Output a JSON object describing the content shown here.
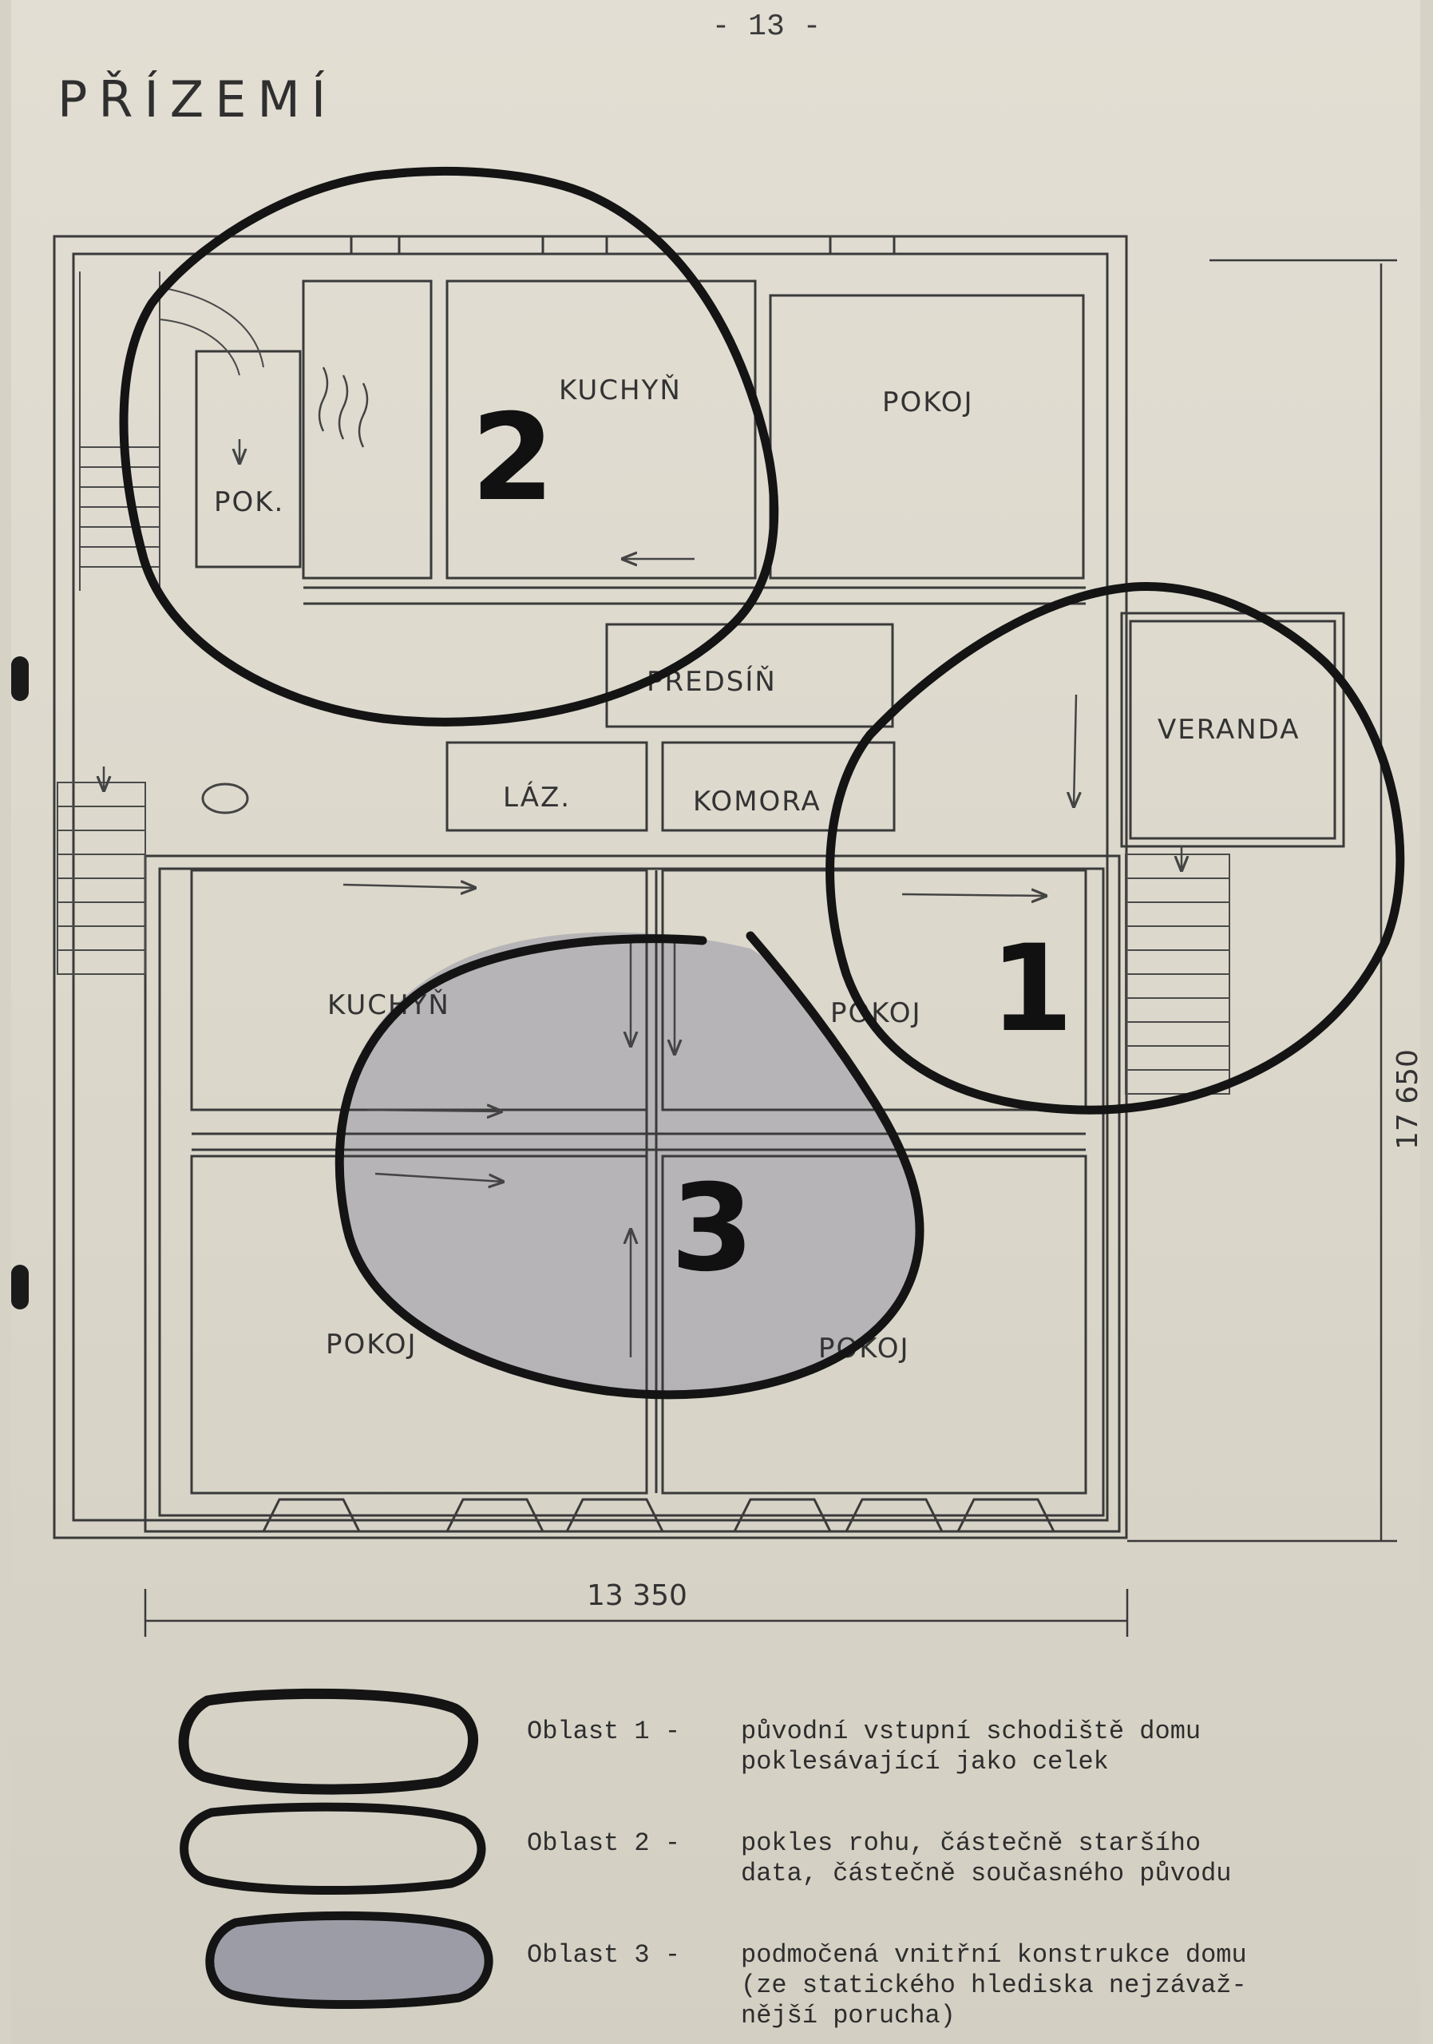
{
  "page_number": "- 13 -",
  "title": "PŘÍZEMÍ",
  "rooms": {
    "kuchyn_top": "KUCHYŇ",
    "pokoj_top": "POKOJ",
    "pok": "POK.",
    "predsin": "PŘEDSÍŇ",
    "veranda": "VERANDA",
    "laz": "LÁZ.",
    "komora": "KOMORA",
    "kuchyn_mid": "KUCHYŇ",
    "pokoj_mid": "POKOJ",
    "pokoj_bottom_left": "POKOJ",
    "pokoj_bottom_right": "POKOJ"
  },
  "dimensions": {
    "width": "13 350",
    "height": "17 650"
  },
  "areas": {
    "one": "1",
    "two": "2",
    "three": "3"
  },
  "legend": [
    {
      "label": "Oblast 1 -",
      "text": "původní vstupní schodiště domu\npoklesávající jako celek",
      "style": "outline-thick"
    },
    {
      "label": "Oblast 2 -",
      "text": "pokles rohu, částečně staršího\ndata, částečně současného původu",
      "style": "outline"
    },
    {
      "label": "Oblast 3 -",
      "text": "podmočená vnitřní konstrukce domu\n(ze statického hlediska nejzávaž-\nnější porucha)",
      "style": "filled"
    }
  ],
  "colors": {
    "ink": "#141414",
    "shade": "#9c9ca6"
  }
}
